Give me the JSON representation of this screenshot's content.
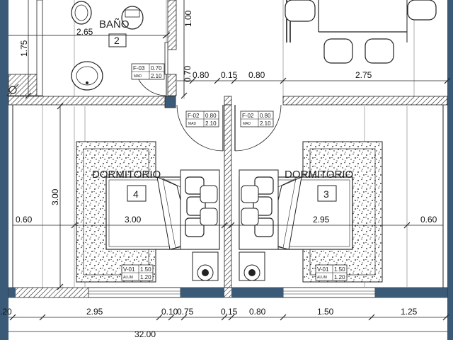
{
  "rooms": {
    "bano": {
      "label": "BAÑO",
      "number": "2"
    },
    "dorm_left": {
      "label": "DORMITORIO",
      "number": "4"
    },
    "dorm_right": {
      "label": "DORMITORIO",
      "number": "3"
    }
  },
  "windows": {
    "f03": {
      "code": "F-03",
      "w": "0.70",
      "h": "2.10",
      "sub": "MAD"
    },
    "f02a": {
      "code": "F-02",
      "w": "0.80",
      "h": "2.10",
      "sub": "MAD"
    },
    "f02b": {
      "code": "F-02",
      "w": "0.80",
      "h": "2.10",
      "sub": "MAD"
    },
    "v01a": {
      "code": "V-01",
      "w": "1.50",
      "h": "1.20",
      "sub": "ALUM"
    },
    "v01b": {
      "code": "V-01",
      "w": "1.50",
      "h": "1.20",
      "sub": "ALUM"
    }
  },
  "dims": {
    "d265": "2.65",
    "d175": "1.75",
    "d100": "1.00",
    "d070": "0.70",
    "d080a": "0.80",
    "d015a": "0.15",
    "d080b": "0.80",
    "d275": "2.75",
    "d300v": "3.00",
    "d060a": "0.60",
    "d300h": "3.00",
    "d295a": "2.95",
    "d060b": "0.60",
    "d020": ".20",
    "d295b": "2.95",
    "d010": "0.10",
    "d075": "0.75",
    "d015b": "0.15",
    "d080c": "0.80",
    "d150": "1.50",
    "d125": "1.25",
    "d3200": "32.00"
  }
}
